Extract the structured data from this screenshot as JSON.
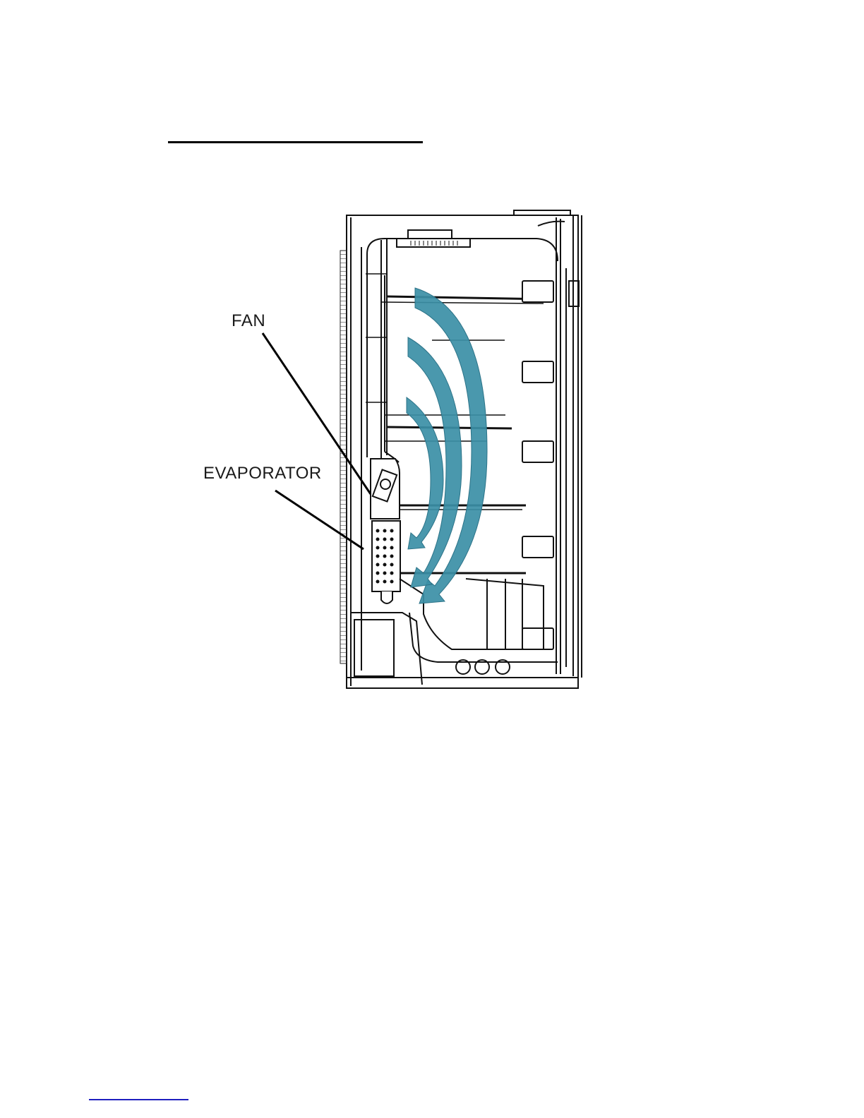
{
  "labels": {
    "fan": "FAN",
    "evaporator": "EVAPORATOR"
  },
  "colors": {
    "airflow_arrow": "#3b8fa6",
    "line_art": "#111111",
    "footer_rule": "#1f1fbf"
  },
  "airflow_arrows": 3
}
